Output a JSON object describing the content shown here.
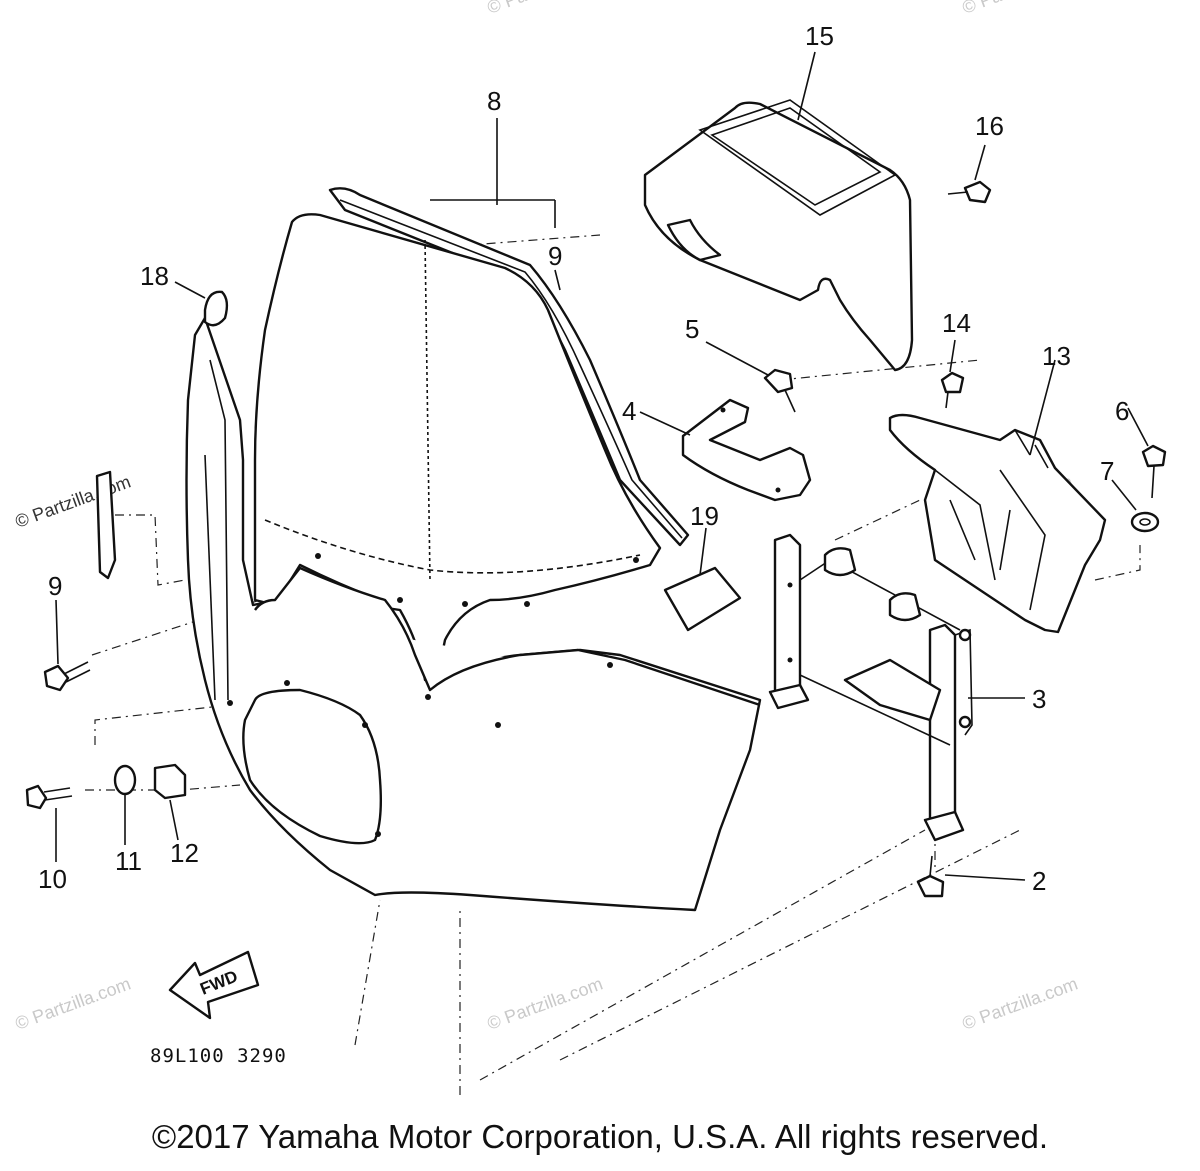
{
  "diagram": {
    "drawing_code": "89L100 3290",
    "forward_label": "FWD",
    "copyright": "©2017 Yamaha Motor Corporation, U.S.A. All rights reserved.",
    "watermark": "© Partzilla.com",
    "callouts": {
      "c15": "15",
      "c16": "16",
      "c8": "8",
      "c9a": "9",
      "c18": "18",
      "c5": "5",
      "c14": "14",
      "c13": "13",
      "c6": "6",
      "c4": "4",
      "c7": "7",
      "c19": "19",
      "c9b": "9",
      "c3": "3",
      "c10": "10",
      "c11": "11",
      "c12": "12",
      "c2": "2"
    }
  }
}
